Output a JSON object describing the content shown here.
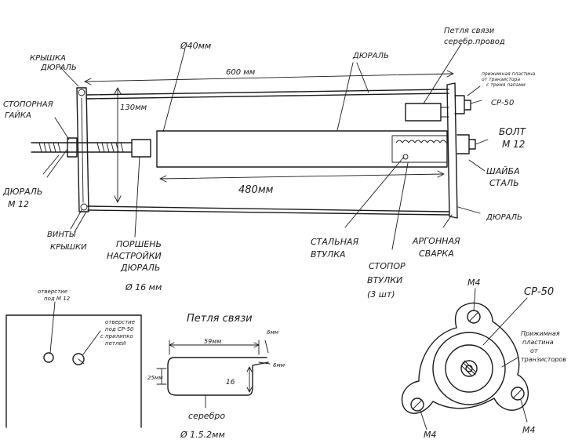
{
  "main_labels": {
    "cover": "КРЫШКА\nДЮРАЛЬ",
    "lock_nut": "СТОПОРНАЯ\nГАЙКА",
    "duralumin_left": "ДЮРАЛЬ\nМ 12",
    "cover_screws": "ВИНТЫ\nКРЫШКИ",
    "piston": "ПОРШЕНЬ\nНАСТРОЙКИ\nДЮРАЛЬ",
    "piston_dia": "Ø 16 мм",
    "dia_40": "Ø40мм",
    "length_600": "600 мм",
    "height_130": "130мм",
    "length_480": "480мм",
    "duralumin_top": "ДЮРАЛЬ",
    "loop_title": "Петля связи\nсеребр.провод",
    "clamp_plate": "прижимная пластина\nот транзистора\nс тремя лапами",
    "connector": "СР-50",
    "bolt": "БОЛТ\nМ 12",
    "washer": "ШАЙБА\nСТАЛЬ",
    "duralumin_right": "ДЮРАЛЬ",
    "steel_sleeve": "СТАЛЬНАЯ\nВТУЛКА",
    "argon_weld": "АРГОННАЯ\nСВАРКА",
    "sleeve_stopper": "СТОПОР\nВТУЛКИ\n(3 шт)"
  },
  "cover_detail": {
    "hole_m12": "отверстие\nпод М 12",
    "hole_cp50": "отверстие\nпод СР-50\nс прилипко\nпетлей"
  },
  "loop_detail": {
    "title": "Петля связи",
    "dim_59": "59мм",
    "dim_6a": "6мм",
    "dim_6b": "6мм",
    "dim_25": "25мм",
    "dim_16": "16",
    "material": "серебро",
    "wire_dia": "Ø 1.5.2мм"
  },
  "flange_detail": {
    "m4_top": "М4",
    "cp50": "СР-50",
    "clamp": "Прижимная\nпластина\nот\nтранзисторов",
    "m4_bottom_left": "М4",
    "m4_bottom_right": "М4"
  }
}
